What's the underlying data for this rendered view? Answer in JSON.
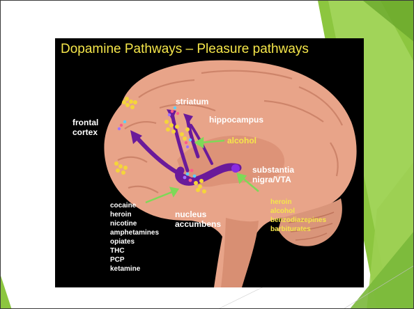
{
  "slide": {
    "title": "Dopamine Pathways – Pleasure pathways",
    "labels": {
      "frontal": "frontal",
      "cortex": "cortex",
      "striatum": "striatum",
      "hippocampus": "hippocampus",
      "alcohol": "alcohol",
      "substantia": "substantia",
      "nigra": "nigra/VTA",
      "nucleus": "nucleus",
      "accumbens": "accumbens"
    },
    "accumbens_drugs": [
      "cocaine",
      "heroin",
      "nicotine",
      "amphetamines",
      "opiates",
      "THC",
      "PCP",
      "ketamine"
    ],
    "vta_drugs": [
      "heroin",
      "alcohol",
      "benzodiazepines",
      "barbiturates"
    ]
  },
  "colors": {
    "background": "#000000",
    "title": "#f5e64a",
    "pathway": "#6a1a9a",
    "arrow": "#7ed957",
    "brain": "#e8a489",
    "green_accent": "#8cc63f"
  }
}
